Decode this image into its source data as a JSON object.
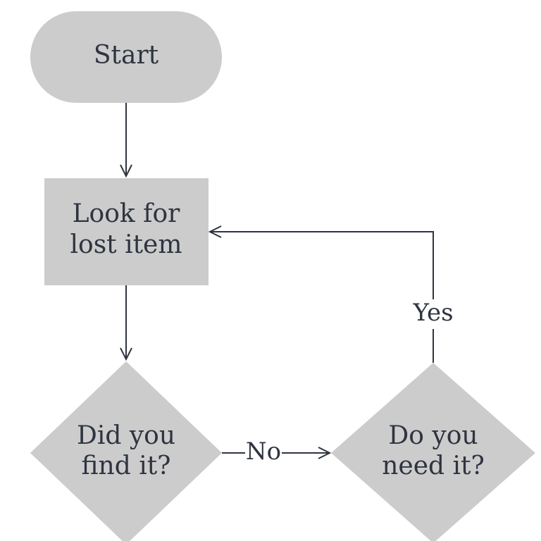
{
  "diagram": {
    "nodes": {
      "start": {
        "lines": [
          "Start"
        ]
      },
      "look": {
        "lines": [
          "Look for",
          "lost item"
        ]
      },
      "found": {
        "lines": [
          "Did you",
          "find it?"
        ]
      },
      "need": {
        "lines": [
          "Do you",
          "need it?"
        ]
      }
    },
    "edges": {
      "no": {
        "label": "No"
      },
      "yes": {
        "label": "Yes"
      }
    }
  },
  "colors": {
    "node_fill": "#cccccc",
    "ink": "#2e3440",
    "background": "#ffffff"
  }
}
